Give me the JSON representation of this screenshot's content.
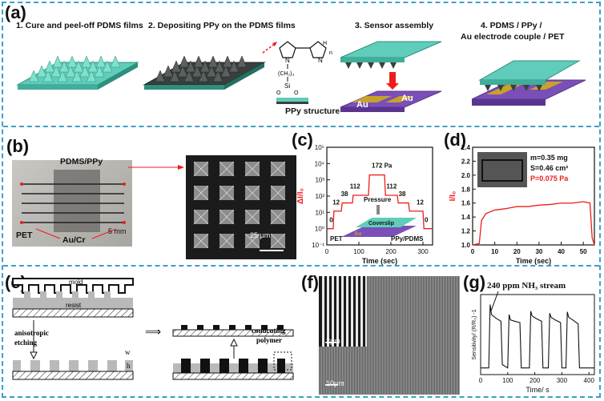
{
  "panel_labels": {
    "a": "(a)",
    "b": "(b)",
    "c": "(c)",
    "d": "(d)",
    "e": "(e)",
    "f": "(f)",
    "g": "(g)"
  },
  "steps": {
    "s1": "1. Cure and peel-off PDMS films",
    "s2": "2. Depositing PPy on the PDMS films",
    "s3": "3. Sensor assembly",
    "s4a": "4. PDMS / PPy /",
    "s4b": "Au  electrode couple / PET"
  },
  "ppy": {
    "structure": "PPy structure",
    "chain": "(CH₂)₃",
    "h": "H",
    "n": "N",
    "o": "O",
    "si": "Si",
    "n_sub": "n"
  },
  "assembly": {
    "au_left": "Au",
    "au_right": "Au"
  },
  "panel_b": {
    "pdms_ppy": "PDMS/PPy",
    "pet": "PET",
    "au_cr": "Au/Cr",
    "scale1": "5 mm",
    "scale2": "25 μm"
  },
  "panel_c": {
    "ylabel": "ΔI/I₀",
    "xlabel": "Time (sec)",
    "yticks": [
      "10⁵",
      "10⁴",
      "10³",
      "10²",
      "10¹",
      "10⁰",
      "10⁻¹"
    ],
    "xticks": [
      "0",
      "100",
      "200",
      "300"
    ],
    "labels": {
      "p0": "0",
      "p12a": "12",
      "p38a": "38",
      "p112a": "112",
      "p172": "172 Pa",
      "p112b": "112",
      "p38b": "38",
      "p12b": "12",
      "p0b": "0"
    },
    "pressure": "Pressure",
    "coverslip": "Coverslip",
    "pet": "PET",
    "au": "Au",
    "ppy_pdms": "PPy/PDMS"
  },
  "panel_d": {
    "ylabel": "I/I₀",
    "xlabel": "Time (sec)",
    "yticks": [
      "2.4",
      "2.2",
      "2.0",
      "1.8",
      "1.6",
      "1.4",
      "1.2",
      "1.0"
    ],
    "xticks": [
      "0",
      "10",
      "20",
      "30",
      "40",
      "50"
    ],
    "m": "m=0.35 mg",
    "s": "S=0.46 cm²",
    "p": "P=0.075 Pa"
  },
  "panel_e": {
    "mold": "mold",
    "resist": "resist",
    "aniso1": "anisotropic",
    "aniso2": "etching",
    "w": "w",
    "h": "h",
    "cond1": "condcuting",
    "cond2": "polymer"
  },
  "panel_f": {
    "scale1": "2μm",
    "scale2": "10μm"
  },
  "panel_g": {
    "title": "240 ppm NH₃ stream",
    "ylabel": "Sensitivity/ (R/R₀) -1",
    "xlabel": "Time/ s",
    "xticks": [
      "0",
      "100",
      "200",
      "300",
      "400"
    ]
  },
  "colors": {
    "teal": "#5fcdb9",
    "dark": "#3a3f3e",
    "purple": "#7b4fb8",
    "gold": "#c9a227",
    "red": "#ee1c1c",
    "accent": "#3aa0c9"
  },
  "chart_data": [
    {
      "type": "line",
      "title": "",
      "xlabel": "Time (sec)",
      "ylabel": "ΔI/I₀",
      "yscale": "log",
      "xlim": [
        0,
        330
      ],
      "ylim": [
        0.1,
        100000
      ],
      "series": [
        {
          "x": [
            0,
            20,
            22,
            45,
            48,
            80,
            82,
            130,
            133,
            180,
            183,
            220,
            223,
            255,
            258,
            300,
            303,
            330
          ],
          "values": [
            1,
            1,
            12,
            12,
            38,
            38,
            112,
            112,
            2000,
            2000,
            112,
            112,
            38,
            38,
            12,
            12,
            1,
            1
          ]
        }
      ]
    },
    {
      "type": "line",
      "title": "",
      "xlabel": "Time (sec)",
      "ylabel": "I/I₀",
      "xlim": [
        0,
        55
      ],
      "ylim": [
        1.0,
        2.4
      ],
      "series": [
        {
          "x": [
            0,
            3,
            4,
            6,
            10,
            15,
            20,
            25,
            30,
            35,
            40,
            45,
            50,
            53,
            54,
            55
          ],
          "values": [
            1.0,
            1.02,
            1.35,
            1.45,
            1.5,
            1.52,
            1.55,
            1.55,
            1.57,
            1.58,
            1.6,
            1.6,
            1.62,
            1.6,
            1.1,
            1.0
          ]
        }
      ]
    },
    {
      "type": "line",
      "title": "",
      "xlabel": "Time/ s",
      "ylabel": "Sensitivity/ (R/R₀) -1",
      "xlim": [
        0,
        420
      ],
      "series": [
        {
          "x": [
            0,
            30,
            35,
            40,
            55,
            75,
            80,
            100,
            105,
            110,
            125,
            145,
            150,
            180,
            185,
            190,
            205,
            225,
            230,
            250,
            255,
            260,
            275,
            295,
            300,
            315,
            320,
            325,
            340,
            360,
            365,
            420
          ],
          "values": [
            0,
            0,
            0.95,
            0.8,
            0.75,
            0.7,
            0.05,
            0,
            0.8,
            0.72,
            0.7,
            0.68,
            0,
            0,
            0.85,
            0.78,
            0.74,
            0.7,
            0,
            0,
            0.82,
            0.76,
            0.72,
            0.68,
            0,
            0,
            0.84,
            0.76,
            0.72,
            0.66,
            0,
            0
          ]
        }
      ]
    }
  ]
}
